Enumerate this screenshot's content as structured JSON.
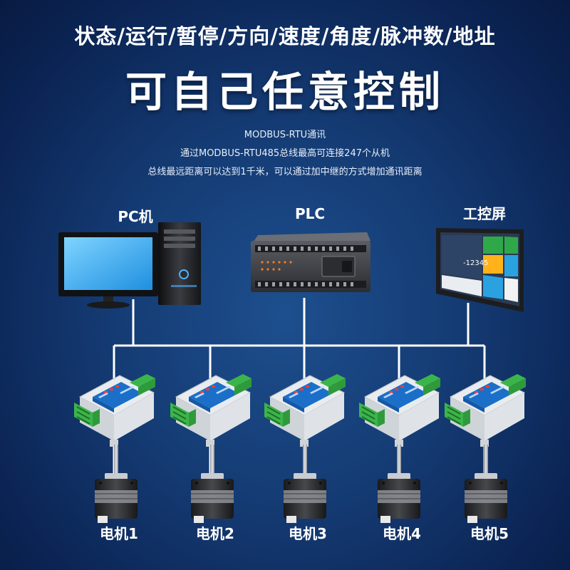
{
  "headline": "状态/运行/暂停/方向/速度/角度/脉冲数/地址",
  "title": "可自己任意控制",
  "description": [
    "MODBUS-RTU通讯",
    "通过MODBUS-RTU485总线最高可连接247个从机",
    "总线最远距离可以达到1千米，可以通过加中继的方式增加通讯距离"
  ],
  "devices": {
    "pc": "PC机",
    "plc": "PLC",
    "hmi": "工控屏"
  },
  "hmi_screen": {
    "value": "-12345"
  },
  "motors": [
    "电机1",
    "电机2",
    "电机3",
    "电机4",
    "电机5"
  ],
  "colors": {
    "background": "#143a72",
    "bus_line": "#ffffff",
    "controller_blue": "#1b6fc8",
    "terminal_green": "#3bb54a"
  },
  "icons": {
    "pc": "desktop-computer-icon",
    "plc": "plc-module-icon",
    "hmi": "touch-panel-icon",
    "controller": "stepper-controller-icon",
    "motor": "stepper-motor-icon"
  }
}
